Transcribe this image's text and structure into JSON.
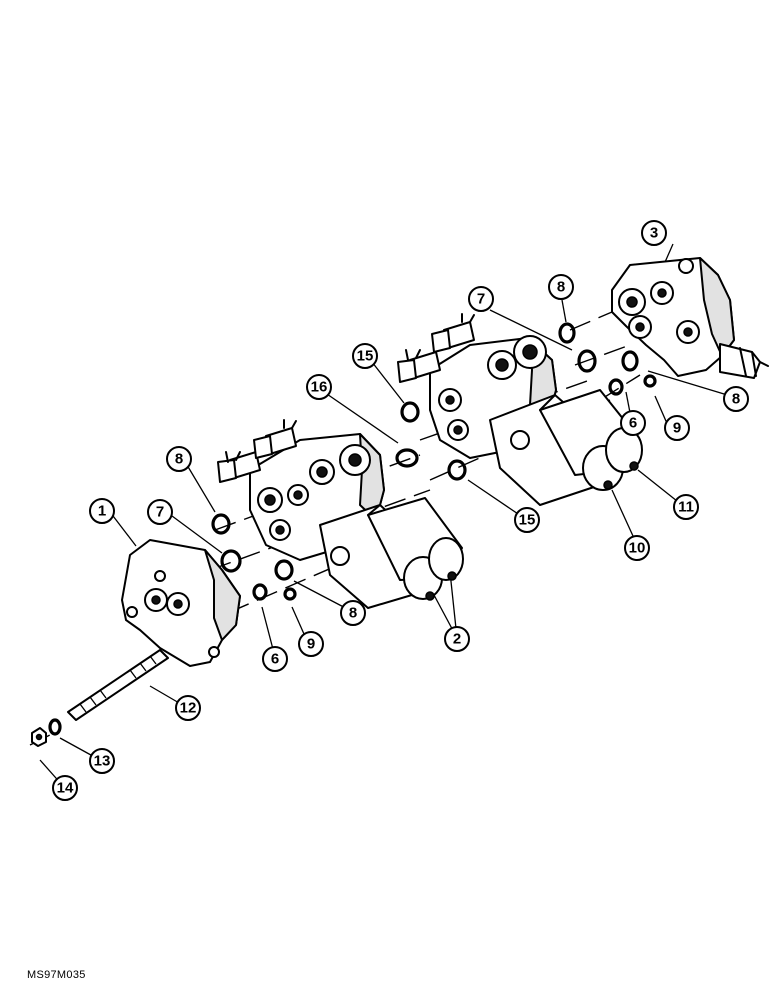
{
  "diagram": {
    "callouts": [
      "1",
      "2",
      "3",
      "6",
      "6",
      "7",
      "7",
      "8",
      "8",
      "8",
      "9",
      "9",
      "10",
      "11",
      "12",
      "13",
      "14",
      "15",
      "15",
      "16"
    ],
    "reference_code": "MS97M035"
  }
}
